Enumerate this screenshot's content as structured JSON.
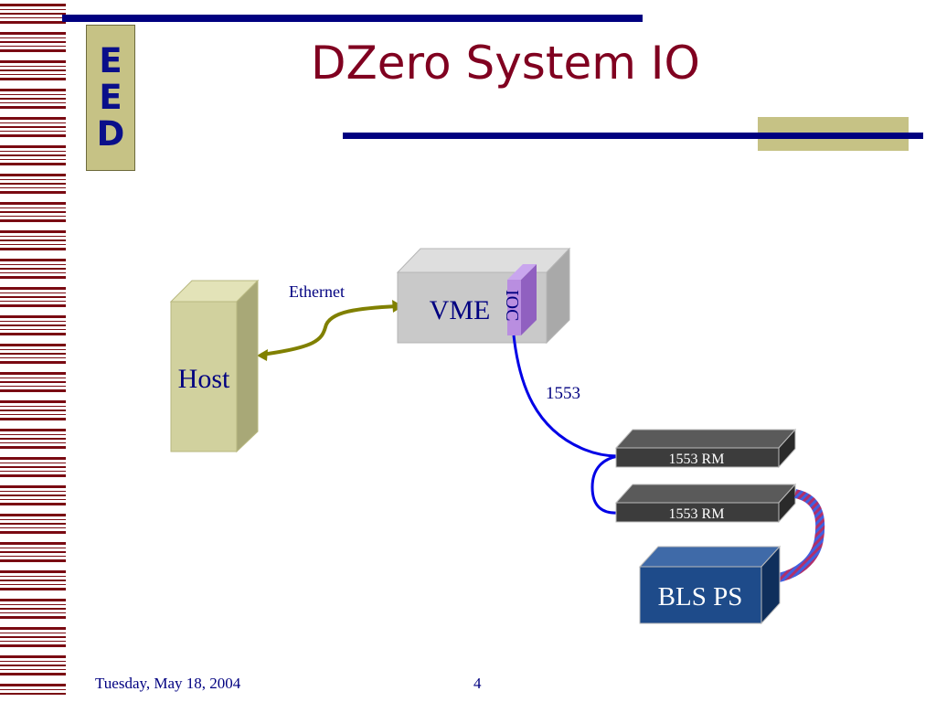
{
  "slide": {
    "title": "DZero System IO",
    "logo_letters": [
      "E",
      "E",
      "D"
    ],
    "footer_date": "Tuesday, May 18, 2004",
    "page_number": "4"
  },
  "diagram": {
    "host_label": "Host",
    "vme_label": "VME",
    "ioc_label": "IOC",
    "ethernet_label": "Ethernet",
    "bus_label": "1553",
    "rm1_label": "1553 RM",
    "rm2_label": "1553 RM",
    "bls_label": "BLS PS"
  },
  "colors": {
    "title": "#800020",
    "logo_text": "#0a0f8a",
    "logo_bg": "#c6c285",
    "rule_blue": "#000080",
    "accent_olive": "#c6c285",
    "stripe": "#7a0a12",
    "host_face": "#d1d19e",
    "vme_face": "#c9c9c9",
    "ioc": "#b98ee0",
    "ethernet_cable": "#808000",
    "bus_cable": "#0000e6",
    "rm_face": "#3c3c3c",
    "bls_face": "#1e4b8a"
  }
}
